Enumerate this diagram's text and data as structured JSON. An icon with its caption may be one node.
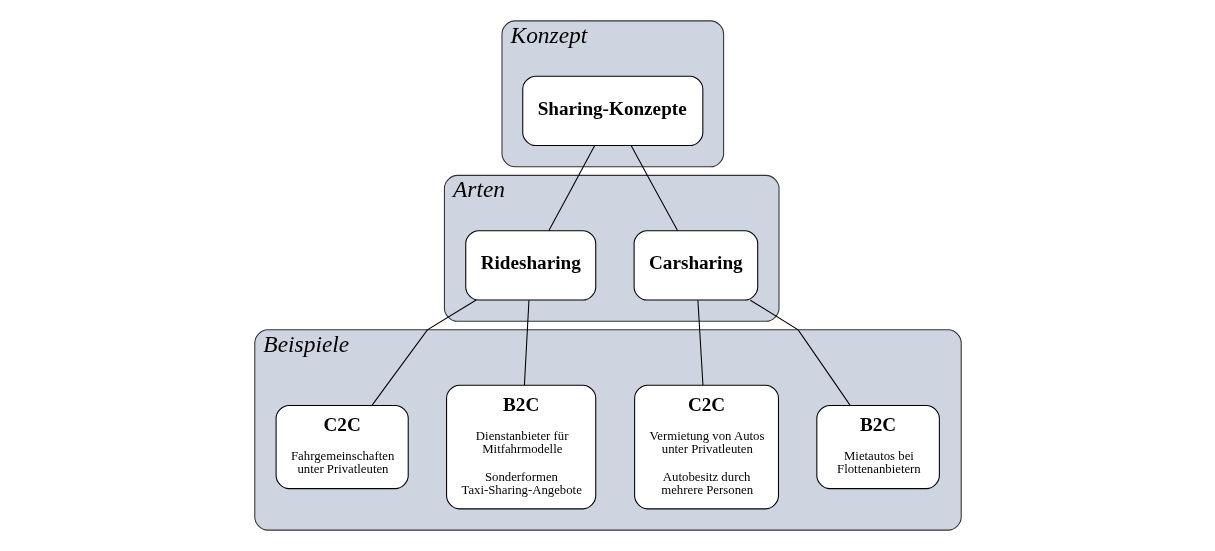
{
  "diagram": {
    "nodes": [
      {
        "text": [
          "Konzept"
        ]
      },
      {
        "text": [
          "Sharing-Konzepte"
        ],
        "in": 0
      },
      {
        "text": [
          "Arten"
        ]
      },
      {
        "text": [
          "Carsharing"
        ],
        "in": 2
      },
      {
        "text": [
          "Ridesharing"
        ],
        "in": 2
      },
      {
        "text": [
          "Beispiele"
        ]
      },
      {
        "text": [
          "B2C",
          "Mietautos bei Flottenanbietern"
        ],
        "in": 5
      },
      {
        "text": [
          "C2C",
          "Vermietung von Autos unter Privatleuten",
          "Autobesitz durch mehrere Personen"
        ],
        "in": 5
      },
      {
        "text": [
          "B2C",
          "Dienstanbieter für Mitfahrmodelle",
          "Sonderformen Taxi-Sharing-Angebote"
        ],
        "in": 5
      },
      {
        "text": [
          "C2C",
          "Fahrgemeinschaften unter Privatleuten"
        ],
        "in": 5
      }
    ],
    "edges": [
      {
        "from": 1,
        "to": 3,
        "arrow": "none"
      },
      {
        "from": 1,
        "to": 4,
        "arrow": "none"
      },
      {
        "from": 3,
        "to": 6,
        "arrow": "none"
      },
      {
        "from": 3,
        "to": 7,
        "arrow": "none"
      },
      {
        "from": 4,
        "to": 8,
        "arrow": "none"
      },
      {
        "from": 4,
        "to": 9,
        "arrow": "none"
      }
    ]
  }
}
